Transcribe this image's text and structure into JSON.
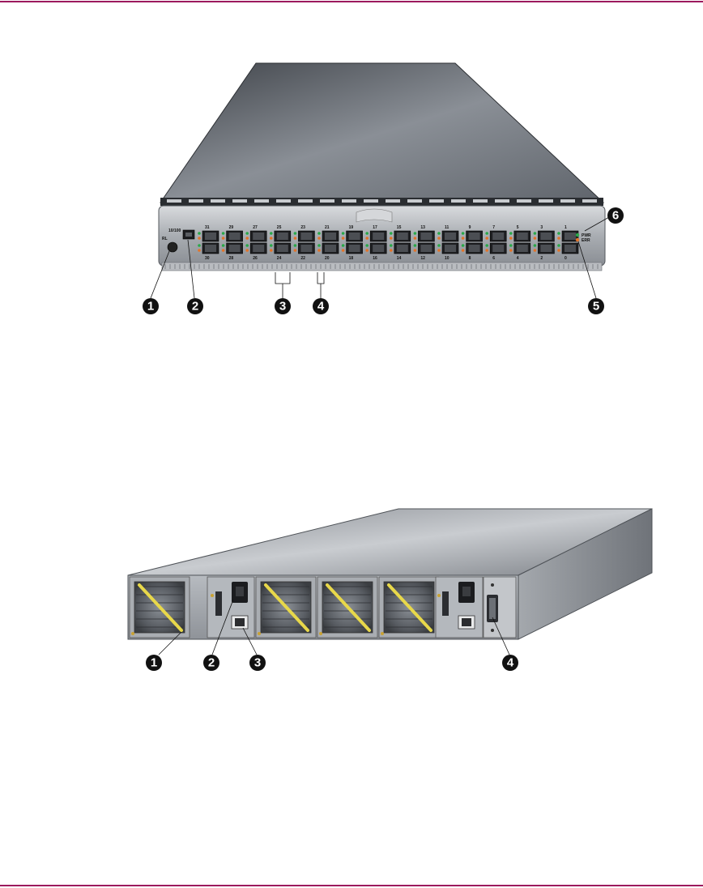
{
  "colors": {
    "rule": "#9c1a5e",
    "chassis": "#7d8188",
    "led_green": "#2aa84a",
    "led_amber": "#e2742a",
    "fan_stripe": "#e8d84a"
  },
  "front": {
    "port_labels_top": [
      "31",
      "29",
      "27",
      "25",
      "23",
      "21",
      "19",
      "17",
      "15",
      "13",
      "11",
      "9",
      "7",
      "5",
      "3",
      "1"
    ],
    "port_labels_bottom": [
      "30",
      "28",
      "26",
      "24",
      "22",
      "20",
      "18",
      "16",
      "14",
      "12",
      "10",
      "8",
      "6",
      "4",
      "2",
      "0"
    ],
    "led_labels": [
      "PWR",
      "ERR"
    ],
    "eth_label": "10/100",
    "button_label": "RL",
    "callouts": [
      "1",
      "2",
      "3",
      "4",
      "5",
      "6"
    ]
  },
  "rear": {
    "callouts": [
      "1",
      "2",
      "3",
      "4"
    ]
  }
}
